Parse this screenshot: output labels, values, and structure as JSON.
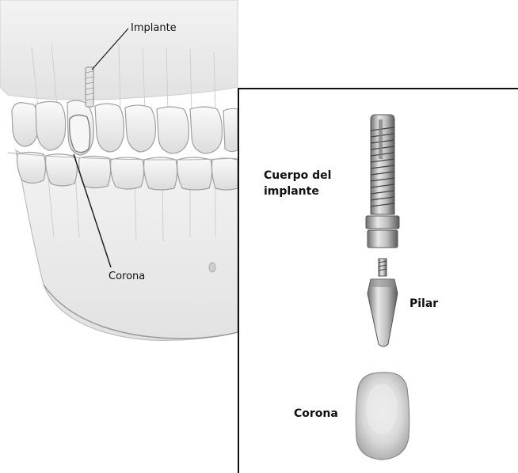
{
  "jaw_labels": {
    "implante": "Implante",
    "corona": "Corona"
  },
  "inset_labels": {
    "cuerpo_line1": "Cuerpo del",
    "cuerpo_line2": "implante",
    "pilar": "Pilar",
    "corona": "Corona"
  }
}
